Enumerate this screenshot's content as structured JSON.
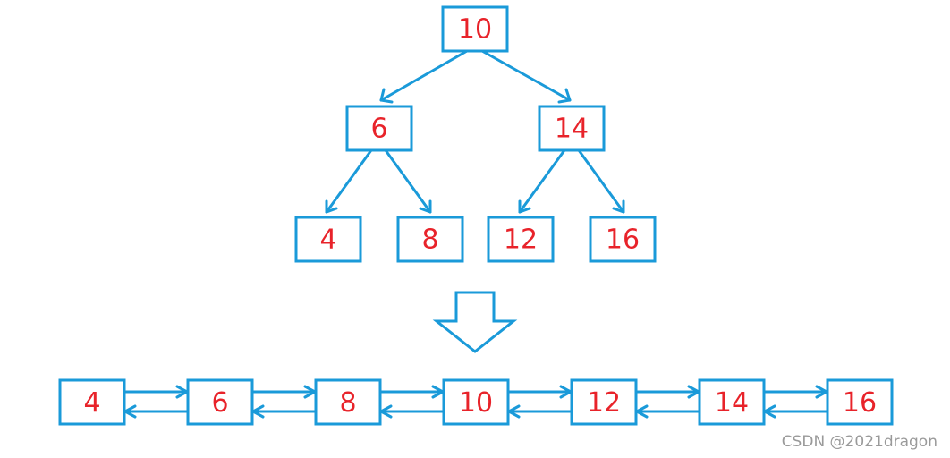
{
  "tree": {
    "root": "10",
    "level2": [
      "6",
      "14"
    ],
    "level3": [
      "4",
      "8",
      "12",
      "16"
    ]
  },
  "list": {
    "items": [
      "4",
      "6",
      "8",
      "10",
      "12",
      "14",
      "16"
    ]
  },
  "colors": {
    "stroke": "#1a9ad9",
    "text": "#e8232a",
    "watermark": "#9a9a9a"
  },
  "watermark": "CSDN @2021dragon"
}
